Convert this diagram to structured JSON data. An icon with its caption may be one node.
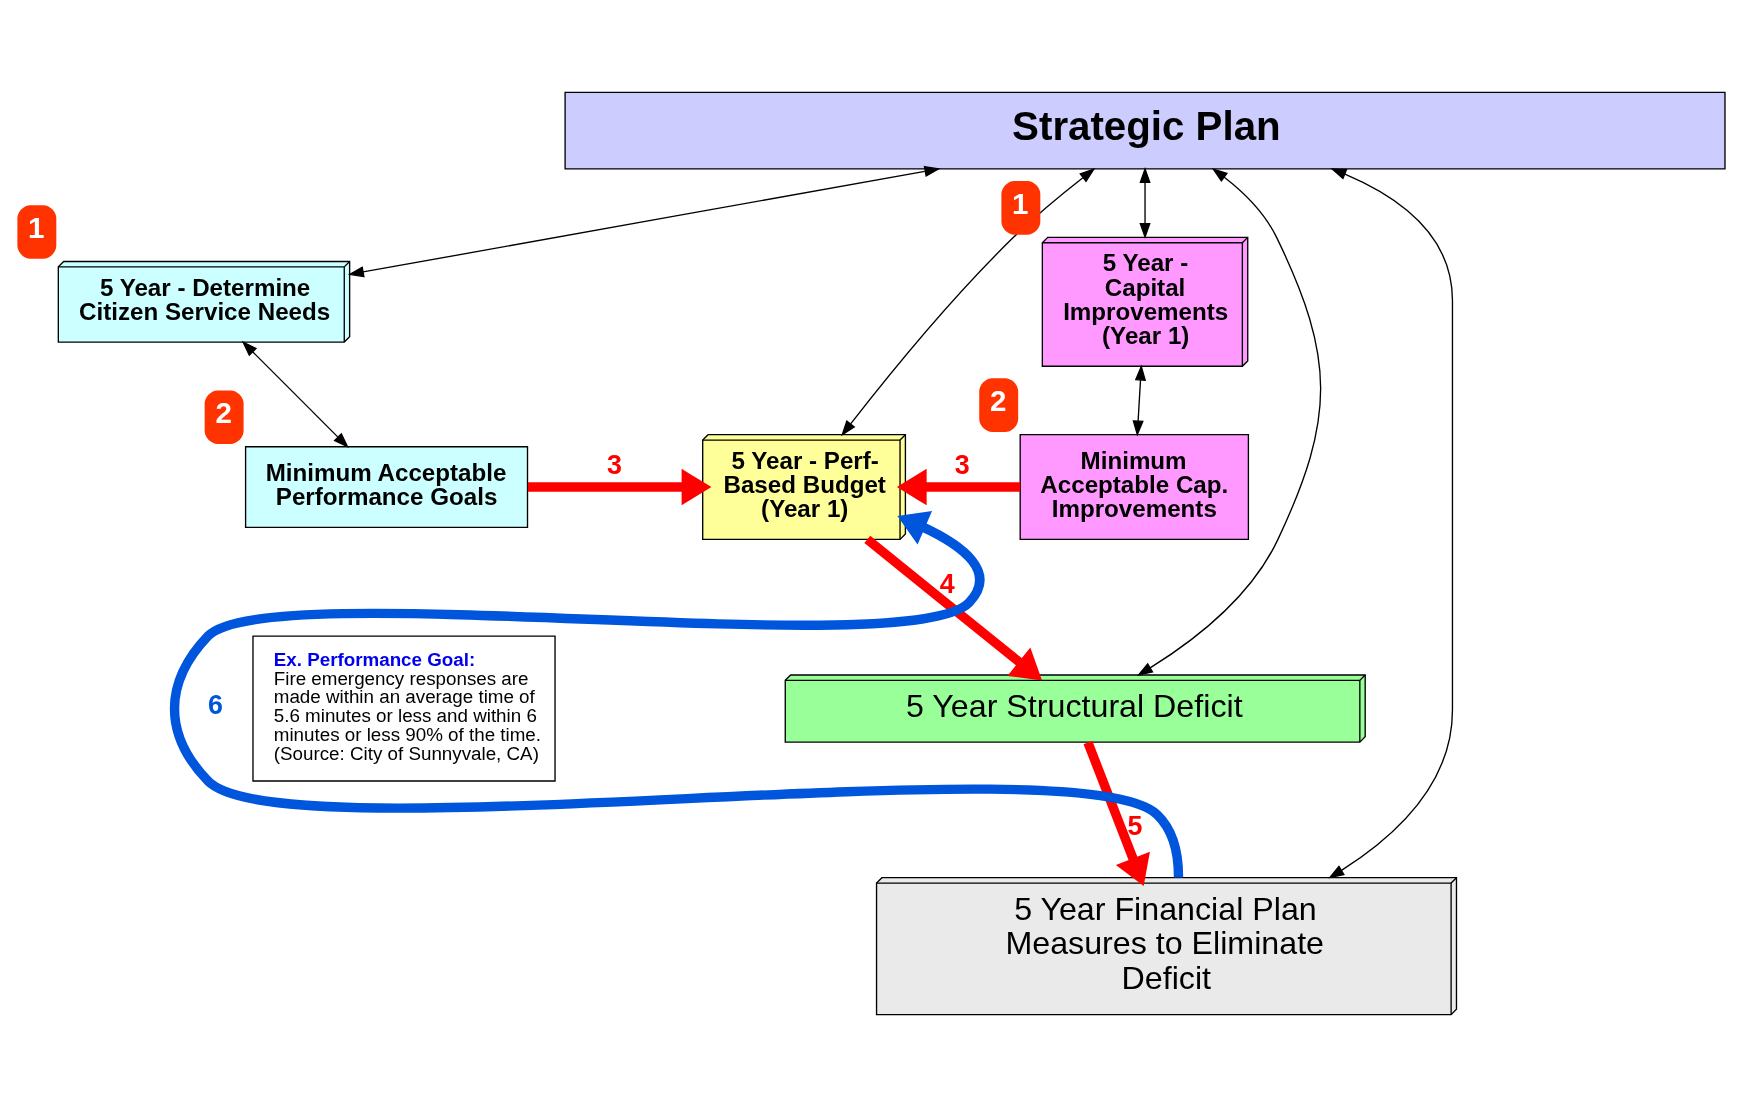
{
  "diagram": {
    "nodes": [
      {
        "text": [
          "Strategic Plan"
        ]
      },
      {
        "text": [
          "5 Year - Determine Citizen Service Needs"
        ],
        "beside": [
          "1"
        ]
      },
      {
        "text": [
          "Minimum Acceptable Performance Goals"
        ],
        "beside": [
          "2"
        ]
      },
      {
        "text": [
          "5 Year - Perf- Based Budget (Year 1)"
        ]
      },
      {
        "text": [
          "5 Year - Capital Improvements (Year 1)"
        ],
        "beside": [
          "1"
        ]
      },
      {
        "text": [
          "Minimum Acceptable Cap. Improvements"
        ],
        "beside": [
          "2"
        ]
      },
      {
        "text": [
          "5 Year Structural Deficit"
        ]
      },
      {
        "text": [
          "5 Year Financial Plan Measures to Eliminate Deficit"
        ]
      },
      {
        "text": [
          "Ex. Performance Goal:",
          "Fire emergency responses are made within an average time of 5.6 minutes or less and within 6 minutes or less 90% of the time. (Source: City of Sunnyvale, CA)"
        ]
      }
    ],
    "edges": [
      {
        "from": 0,
        "to": 1,
        "arrow": "both"
      },
      {
        "from": 0,
        "to": 3,
        "arrow": "both"
      },
      {
        "from": 0,
        "to": 4,
        "arrow": "both"
      },
      {
        "from": 0,
        "to": 6,
        "arrow": "both"
      },
      {
        "from": 0,
        "to": 7,
        "arrow": "both"
      },
      {
        "from": 1,
        "to": 2,
        "arrow": "both"
      },
      {
        "from": 4,
        "to": 5,
        "arrow": "both"
      },
      {
        "from": 2,
        "to": 3,
        "arrow": "to",
        "label": "3",
        "style": "thick",
        "color": "#ff0000"
      },
      {
        "from": 5,
        "to": 3,
        "arrow": "to",
        "label": "3",
        "style": "thick",
        "color": "#ff0000"
      },
      {
        "from": 3,
        "to": 6,
        "arrow": "to",
        "label": "4",
        "style": "thick",
        "color": "#ff0000"
      },
      {
        "from": 6,
        "to": 7,
        "arrow": "to",
        "label": "5",
        "style": "thick",
        "color": "#ff0000"
      },
      {
        "from": 7,
        "to": 3,
        "arrow": "to",
        "label": "6",
        "style": "thick",
        "color": "#0055dd"
      }
    ]
  }
}
